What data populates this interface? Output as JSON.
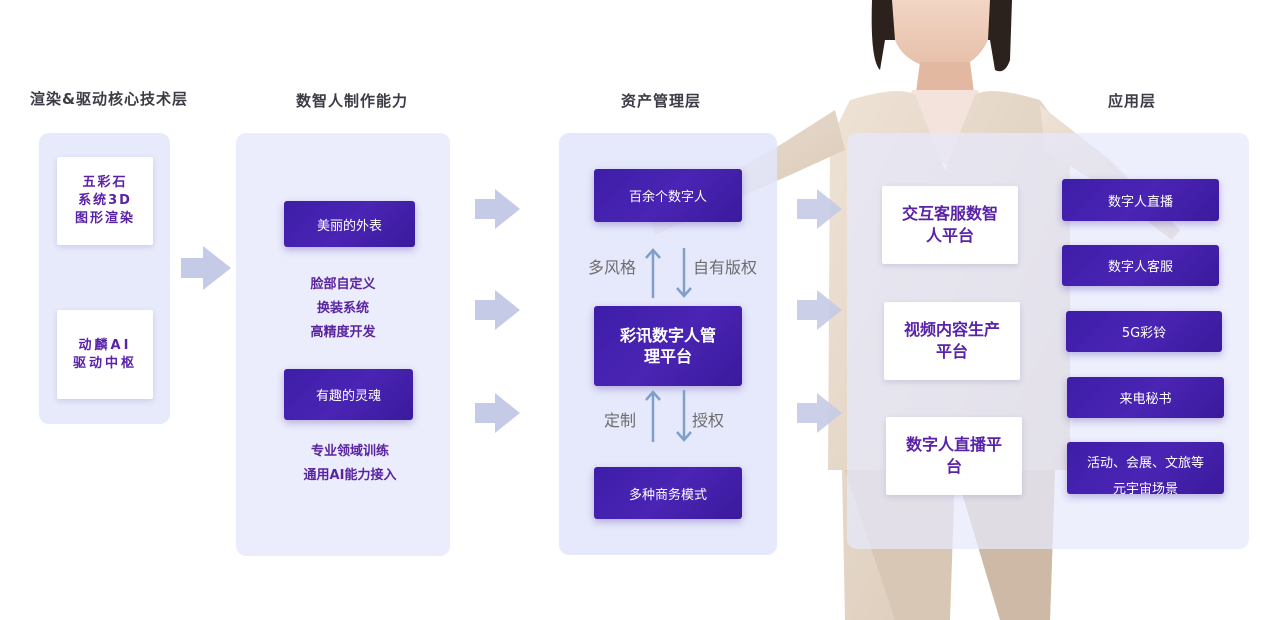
{
  "layers": {
    "render": "渲染&驱动核心技术层",
    "capability": "数智人制作能力",
    "asset": "资产管理层",
    "application": "应用层"
  },
  "render_layer": {
    "card1": [
      "五彩石",
      "系统3D",
      "图形渲染"
    ],
    "card2": [
      "动麟AI",
      "驱动中枢"
    ]
  },
  "capability_layer": {
    "btn1": "美丽的外表",
    "list1": [
      "脸部自定义",
      "换装系统",
      "高精度开发"
    ],
    "btn2": "有趣的灵魂",
    "list2": [
      "专业领域训练",
      "通用AI能力接入"
    ]
  },
  "asset_layer": {
    "top": "百余个数字人",
    "center": [
      "彩讯数字人管",
      "理平台"
    ],
    "bottom": "多种商务模式",
    "up_left_label": "多风格",
    "down_right_label": "自有版权",
    "up_left_label2": "定制",
    "down_right_label2": "授权"
  },
  "application_layer": {
    "platforms": [
      [
        "交互客服数智",
        "人平台"
      ],
      [
        "视频内容生产",
        "平台"
      ],
      [
        "数字人直播平",
        "台"
      ]
    ],
    "apps": [
      "数字人直播",
      "数字人客服",
      "5G彩铃",
      "来电秘书",
      "活动、会展、文旅等",
      "元宇宙场景"
    ]
  },
  "colors": {
    "purple": "#3f1fa8",
    "panel": "#e2e5fa",
    "arrow_blue": "#7f9fc9",
    "chevron": "#c5cbe6"
  }
}
